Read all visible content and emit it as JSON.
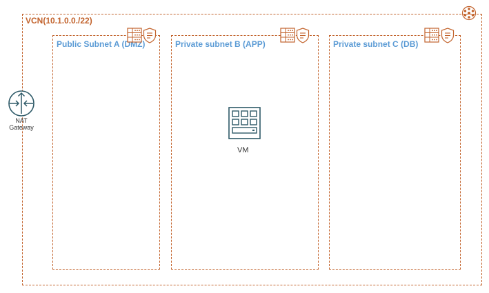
{
  "vcn": {
    "title": "VCN(10.1.0.0./22)",
    "icon": "vcn-network-icon"
  },
  "subnets": [
    {
      "title": "Public Subnet A (DMZ)",
      "icons": [
        "route-table-icon",
        "security-list-icon"
      ]
    },
    {
      "title": "Private subnet B (APP)",
      "icons": [
        "route-table-icon",
        "security-list-icon"
      ]
    },
    {
      "title": "Private subnet C (DB)",
      "icons": [
        "route-table-icon",
        "security-list-icon"
      ]
    }
  ],
  "nat_gateway": {
    "label_line1": "NAT",
    "label_line2": "Gateway",
    "icon": "nat-gateway-icon"
  },
  "vm": {
    "label": "VM",
    "icon": "vm-icon"
  },
  "colors": {
    "border": "#c2622b",
    "subnet_title": "#5b9bd5",
    "icon_dark": "#2d5967"
  }
}
